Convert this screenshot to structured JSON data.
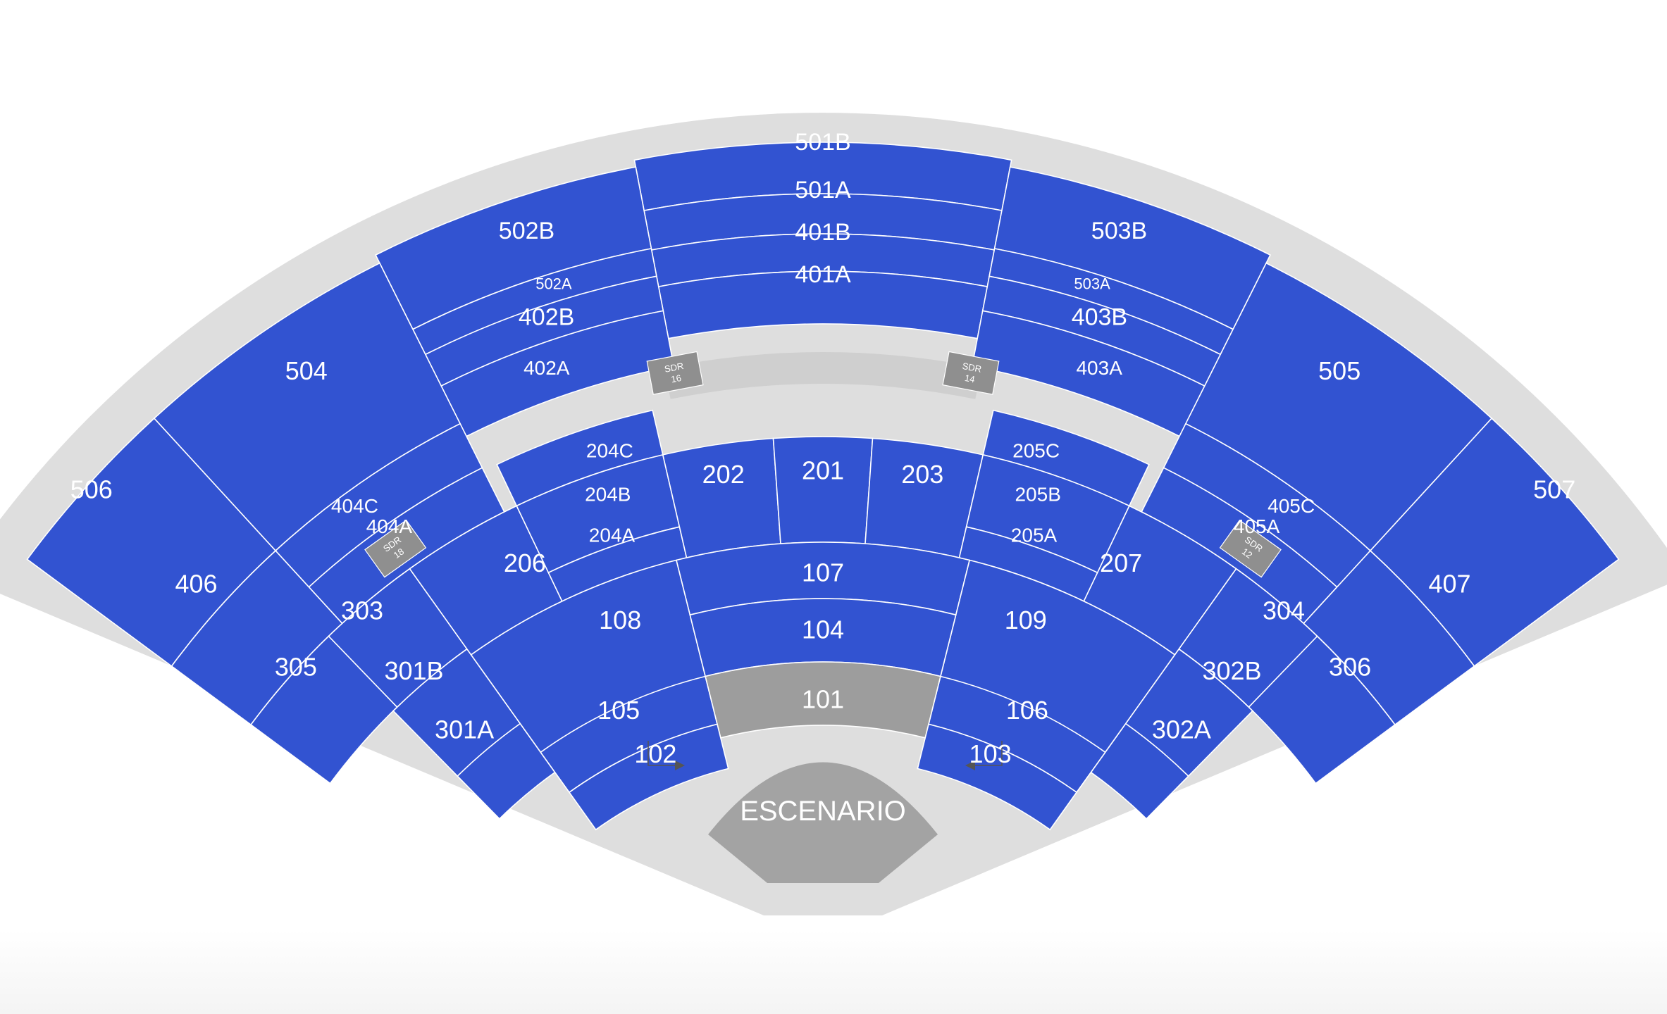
{
  "colors": {
    "section": "#3253d1",
    "section_line": "#ffffff",
    "outer_ring": "#dedede",
    "stage": "#a3a3a3",
    "gray_section": "#9d9d9d",
    "sdr_box": "#8f8f8f",
    "arrow": "#555555"
  },
  "stage": {
    "label": "ESCENARIO",
    "icon": "stage-shape"
  },
  "sections": [
    {
      "id": "501B",
      "label": "501B",
      "fill": "blue"
    },
    {
      "id": "501A",
      "label": "501A",
      "fill": "blue"
    },
    {
      "id": "401B",
      "label": "401B",
      "fill": "blue"
    },
    {
      "id": "401A",
      "label": "401A",
      "fill": "blue"
    },
    {
      "id": "502B",
      "label": "502B",
      "fill": "blue"
    },
    {
      "id": "502A",
      "label": "502A",
      "fill": "blue"
    },
    {
      "id": "402B",
      "label": "402B",
      "fill": "blue"
    },
    {
      "id": "402A",
      "label": "402A",
      "fill": "blue"
    },
    {
      "id": "503B",
      "label": "503B",
      "fill": "blue"
    },
    {
      "id": "503A",
      "label": "503A",
      "fill": "blue"
    },
    {
      "id": "403B",
      "label": "403B",
      "fill": "blue"
    },
    {
      "id": "403A",
      "label": "403A",
      "fill": "blue"
    },
    {
      "id": "504",
      "label": "504",
      "fill": "blue"
    },
    {
      "id": "404C",
      "label": "404C",
      "fill": "blue"
    },
    {
      "id": "404A",
      "label": "404A",
      "fill": "blue"
    },
    {
      "id": "505",
      "label": "505",
      "fill": "blue"
    },
    {
      "id": "405C",
      "label": "405C",
      "fill": "blue"
    },
    {
      "id": "405A",
      "label": "405A",
      "fill": "blue"
    },
    {
      "id": "506",
      "label": "506",
      "fill": "blue"
    },
    {
      "id": "406",
      "label": "406",
      "fill": "blue"
    },
    {
      "id": "507",
      "label": "507",
      "fill": "blue"
    },
    {
      "id": "407",
      "label": "407",
      "fill": "blue"
    },
    {
      "id": "303",
      "label": "303",
      "fill": "blue"
    },
    {
      "id": "305",
      "label": "305",
      "fill": "blue"
    },
    {
      "id": "301B",
      "label": "301B",
      "fill": "blue"
    },
    {
      "id": "301A",
      "label": "301A",
      "fill": "blue"
    },
    {
      "id": "304",
      "label": "304",
      "fill": "blue"
    },
    {
      "id": "306",
      "label": "306",
      "fill": "blue"
    },
    {
      "id": "302B",
      "label": "302B",
      "fill": "blue"
    },
    {
      "id": "302A",
      "label": "302A",
      "fill": "blue"
    },
    {
      "id": "206",
      "label": "206",
      "fill": "blue"
    },
    {
      "id": "207",
      "label": "207",
      "fill": "blue"
    },
    {
      "id": "204C",
      "label": "204C",
      "fill": "blue"
    },
    {
      "id": "204B",
      "label": "204B",
      "fill": "blue"
    },
    {
      "id": "204A",
      "label": "204A",
      "fill": "blue"
    },
    {
      "id": "202",
      "label": "202",
      "fill": "blue"
    },
    {
      "id": "201",
      "label": "201",
      "fill": "blue"
    },
    {
      "id": "203",
      "label": "203",
      "fill": "blue"
    },
    {
      "id": "205C",
      "label": "205C",
      "fill": "blue"
    },
    {
      "id": "205B",
      "label": "205B",
      "fill": "blue"
    },
    {
      "id": "205A",
      "label": "205A",
      "fill": "blue"
    },
    {
      "id": "107",
      "label": "107",
      "fill": "blue"
    },
    {
      "id": "108",
      "label": "108",
      "fill": "blue"
    },
    {
      "id": "109",
      "label": "109",
      "fill": "blue"
    },
    {
      "id": "104",
      "label": "104",
      "fill": "blue"
    },
    {
      "id": "105",
      "label": "105",
      "fill": "blue"
    },
    {
      "id": "106",
      "label": "106",
      "fill": "blue"
    },
    {
      "id": "101",
      "label": "101",
      "fill": "gray"
    },
    {
      "id": "102",
      "label": "102",
      "fill": "blue"
    },
    {
      "id": "103",
      "label": "103",
      "fill": "blue"
    }
  ],
  "sdr_boxes": [
    {
      "id": "sdr-16",
      "line1": "SDR",
      "line2": "16"
    },
    {
      "id": "sdr-14",
      "line1": "SDR",
      "line2": "14"
    },
    {
      "id": "sdr-18",
      "line1": "SDR",
      "line2": "18"
    },
    {
      "id": "sdr-12",
      "line1": "SDR",
      "line2": "12"
    }
  ],
  "entry_arrows": [
    {
      "id": "entry-left",
      "icon": "entry-arrow-icon"
    },
    {
      "id": "entry-right",
      "icon": "entry-arrow-icon"
    }
  ]
}
